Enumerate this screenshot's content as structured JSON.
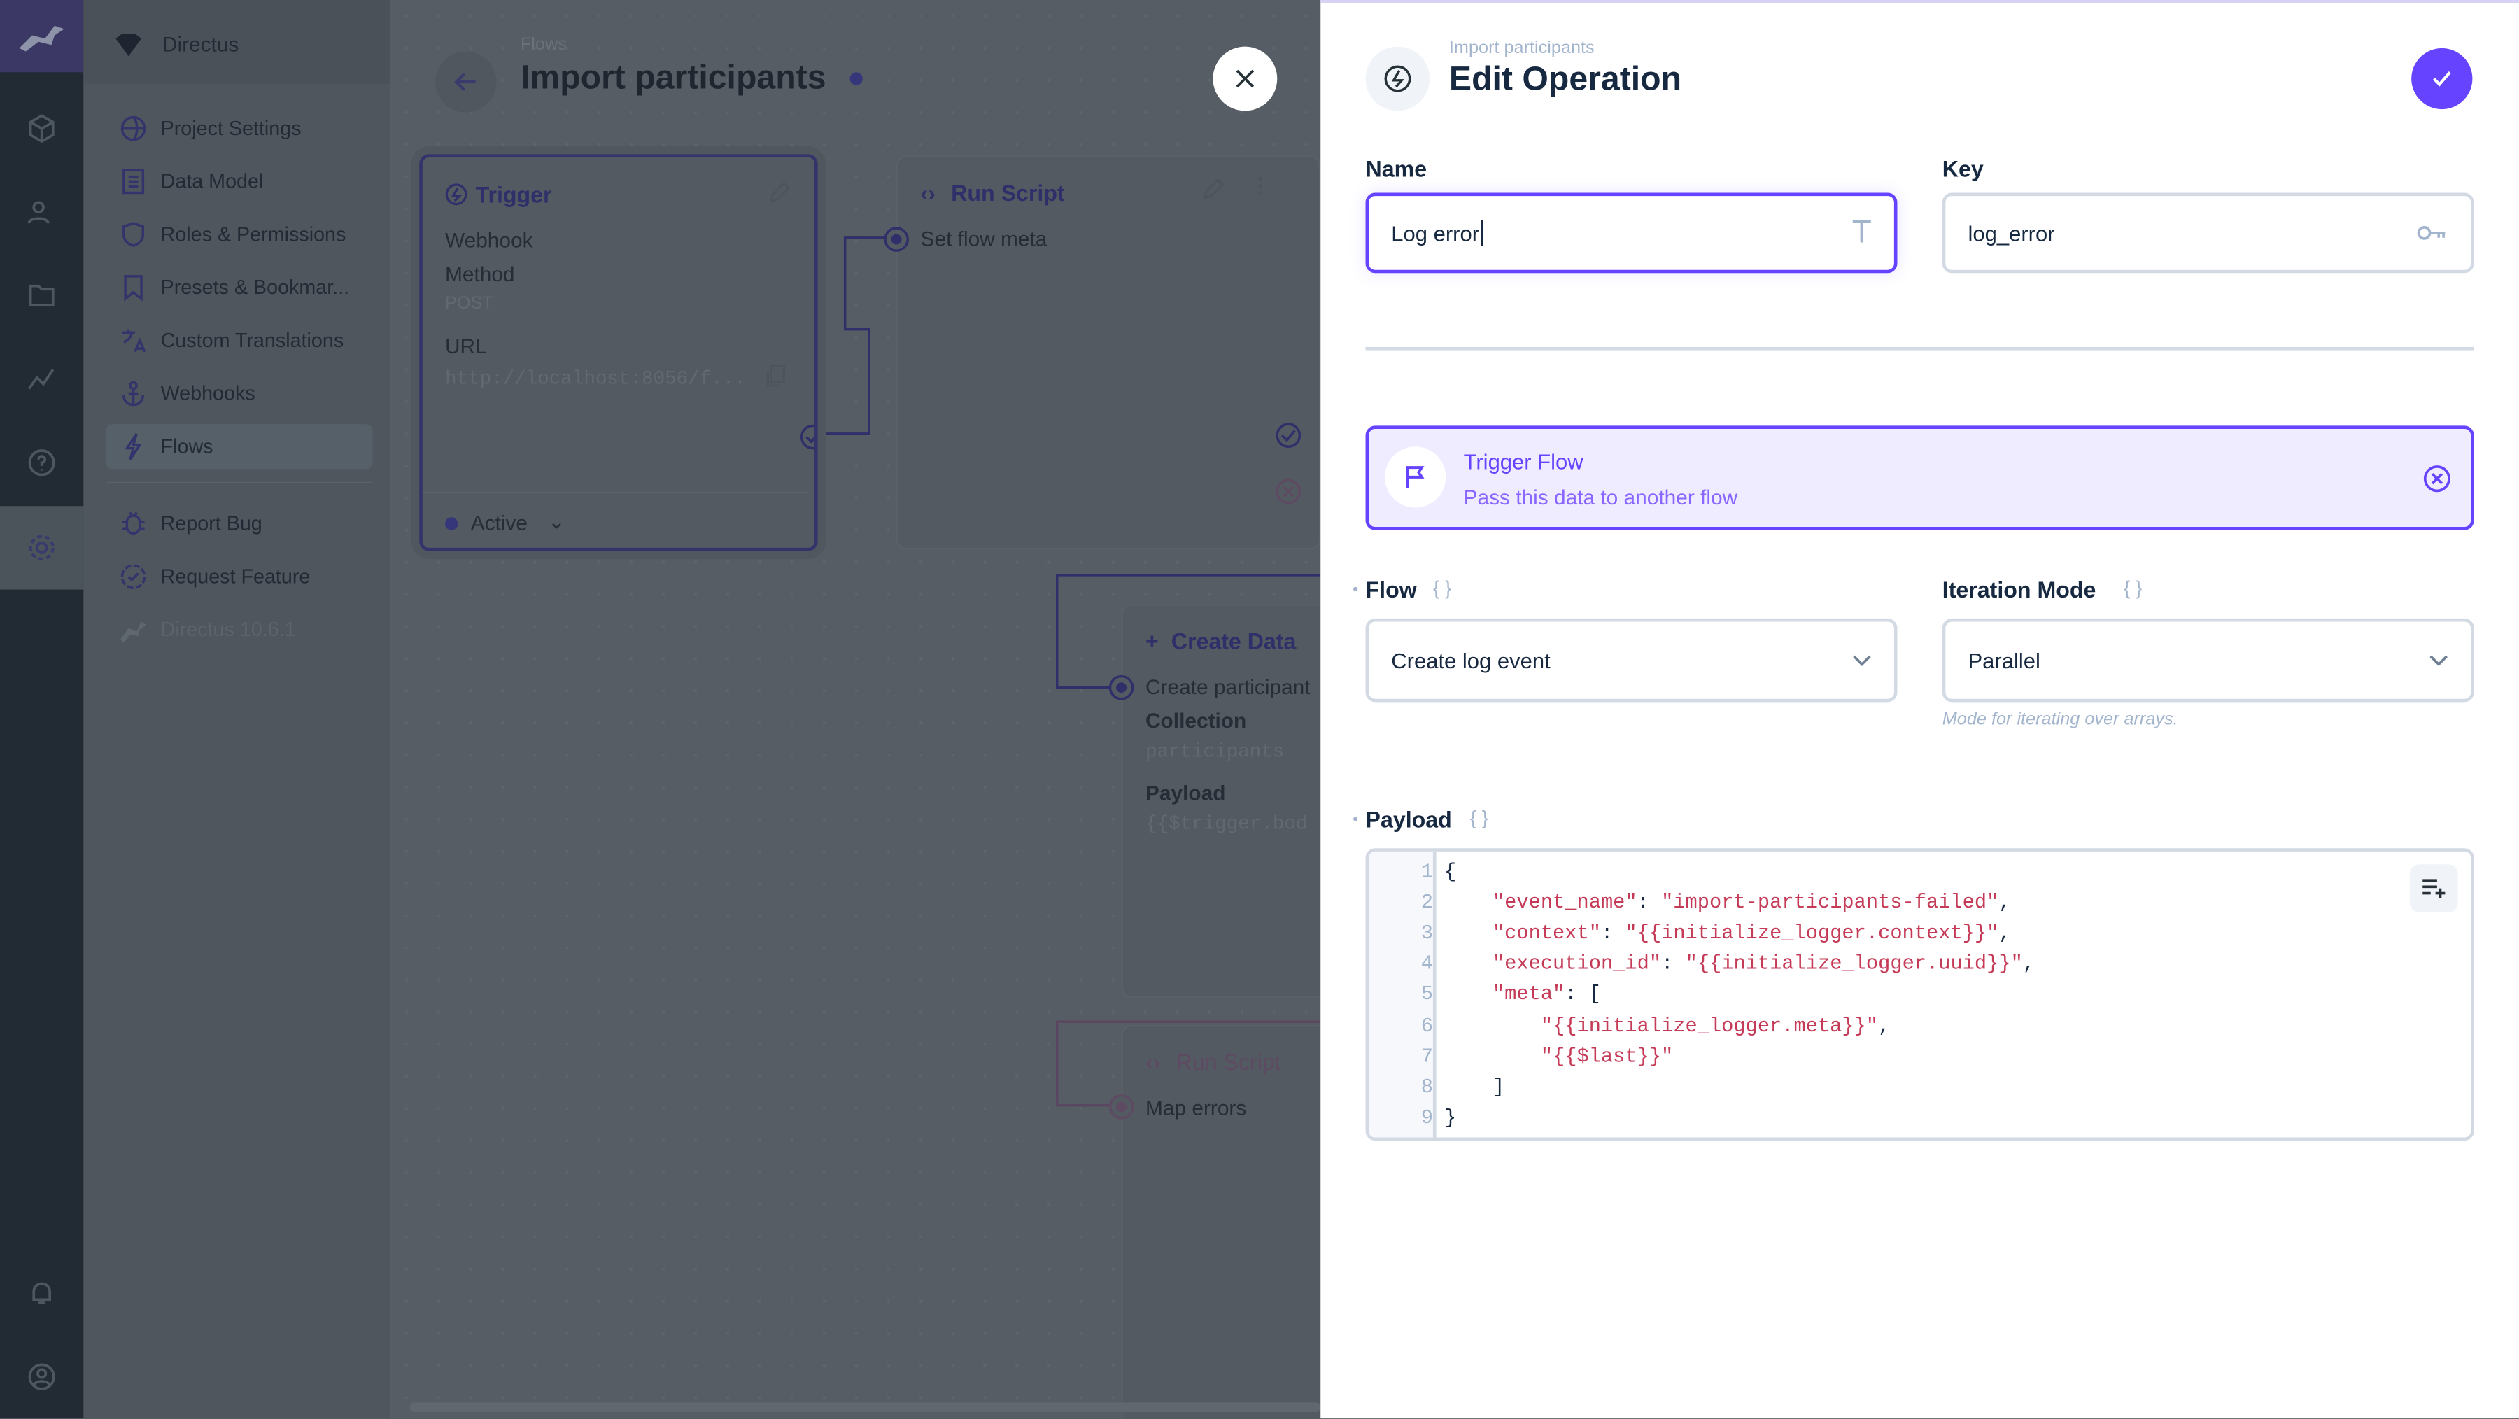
{
  "colors": {
    "accent": "#6644ff",
    "string": "#c53b57",
    "overlay_bg": "#545b62"
  },
  "sidebar": {
    "project_name": "Directus",
    "items": [
      {
        "label": "Project Settings",
        "icon": "globe-icon"
      },
      {
        "label": "Data Model",
        "icon": "list-icon"
      },
      {
        "label": "Roles & Permissions",
        "icon": "shield-icon"
      },
      {
        "label": "Presets & Bookmar...",
        "icon": "bookmark-icon"
      },
      {
        "label": "Custom Translations",
        "icon": "translate-icon"
      },
      {
        "label": "Webhooks",
        "icon": "anchor-icon"
      },
      {
        "label": "Flows",
        "icon": "bolt-icon",
        "active": true
      }
    ],
    "footer_items": [
      {
        "label": "Report Bug",
        "icon": "bug-icon"
      },
      {
        "label": "Request Feature",
        "icon": "badge-check-icon"
      }
    ],
    "version": "Directus 10.6.1"
  },
  "header": {
    "breadcrumb": "Flows",
    "title": "Import participants"
  },
  "canvas": {
    "trigger": {
      "title": "Trigger",
      "type": "Webhook",
      "method_label": "Method",
      "method": "POST",
      "url_label": "URL",
      "url": "http://localhost:8056/f...",
      "status": "Active"
    },
    "run_script_1": {
      "title": "Run Script",
      "name": "Set flow meta"
    },
    "create_data": {
      "title": "Create Data",
      "name": "Create participant",
      "collection_label": "Collection",
      "collection": "participants",
      "payload_label": "Payload",
      "payload": "{{$trigger.bod"
    },
    "run_script_2": {
      "title": "Run Script",
      "name": "Map errors"
    }
  },
  "drawer": {
    "breadcrumb": "Import participants",
    "title": "Edit Operation",
    "name_label": "Name",
    "name_value": "Log error",
    "key_label": "Key",
    "key_value": "log_error",
    "operation": {
      "title": "Trigger Flow",
      "description": "Pass this data to another flow"
    },
    "flow_label": "Flow",
    "flow_value": "Create log event",
    "iteration_label": "Iteration Mode",
    "iteration_value": "Parallel",
    "iteration_hint": "Mode for iterating over arrays.",
    "payload_label": "Payload",
    "payload_lines": [
      {
        "n": "1",
        "indent": "",
        "key": "",
        "punct": "{",
        "val": "",
        "end": ""
      },
      {
        "n": "2",
        "indent": "    ",
        "key": "\"event_name\"",
        "punct": ": ",
        "val": "\"import-participants-failed\"",
        "end": ","
      },
      {
        "n": "3",
        "indent": "    ",
        "key": "\"context\"",
        "punct": ": ",
        "val": "\"{{initialize_logger.context}}\"",
        "end": ","
      },
      {
        "n": "4",
        "indent": "    ",
        "key": "\"execution_id\"",
        "punct": ": ",
        "val": "\"{{initialize_logger.uuid}}\"",
        "end": ","
      },
      {
        "n": "5",
        "indent": "    ",
        "key": "\"meta\"",
        "punct": ": [",
        "val": "",
        "end": ""
      },
      {
        "n": "6",
        "indent": "        ",
        "key": "",
        "punct": "",
        "val": "\"{{initialize_logger.meta}}\"",
        "end": ","
      },
      {
        "n": "7",
        "indent": "        ",
        "key": "",
        "punct": "",
        "val": "\"{{$last}}\"",
        "end": ""
      },
      {
        "n": "8",
        "indent": "    ",
        "key": "",
        "punct": "]",
        "val": "",
        "end": ""
      },
      {
        "n": "9",
        "indent": "",
        "key": "",
        "punct": "}",
        "val": "",
        "end": ""
      }
    ]
  }
}
